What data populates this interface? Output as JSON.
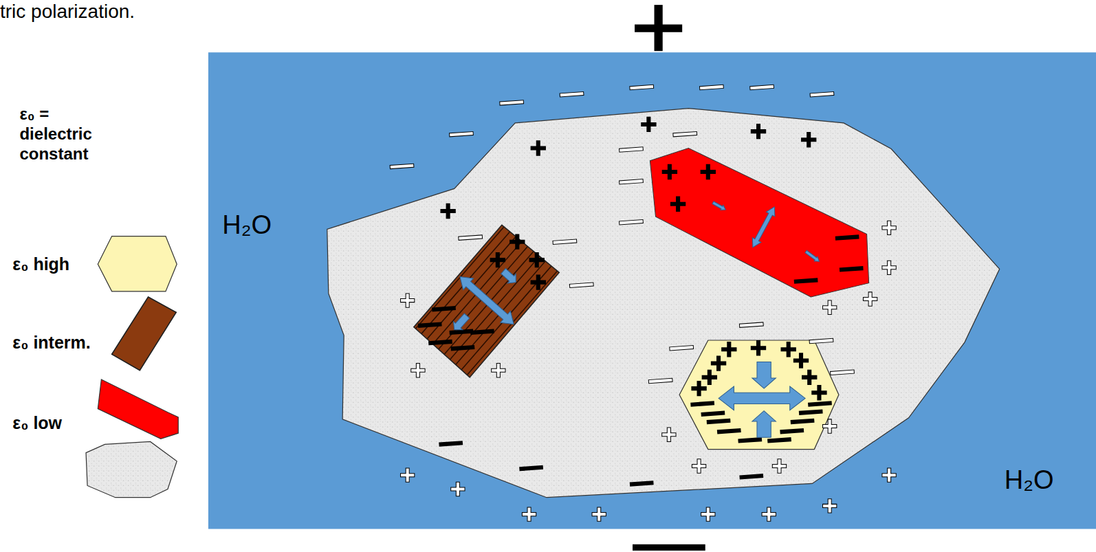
{
  "diagram": {
    "labels": [
      "tric polarization.",
      "ε₀ = dielectric constant",
      "H₂O",
      "H₂O"
    ],
    "legend": [
      {
        "text": "ε₀ high",
        "color": "#fdf5b3"
      },
      {
        "text": "ε₀ interm."
      },
      {
        "text": "ε₀ low",
        "color": "#ff0000"
      }
    ]
  }
}
